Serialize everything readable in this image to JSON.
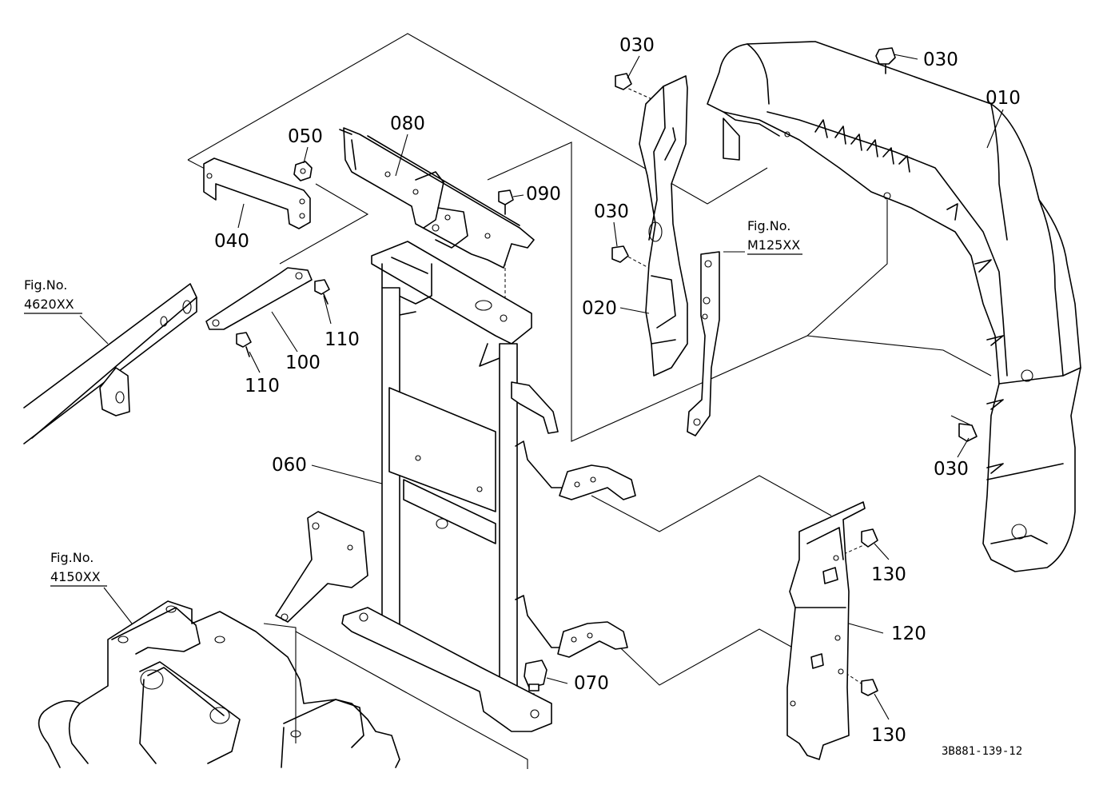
{
  "diagram": {
    "drawing_code": "3B881-139-12",
    "part_labels": {
      "p010": "010",
      "p020": "020",
      "p030a": "030",
      "p030b": "030",
      "p030c": "030",
      "p030d": "030",
      "p040": "040",
      "p050": "050",
      "p060": "060",
      "p070": "070",
      "p080": "080",
      "p090": "090",
      "p100": "100",
      "p110a": "110",
      "p110b": "110",
      "p120": "120",
      "p130a": "130",
      "p130b": "130"
    },
    "figure_refs": {
      "fig_caption": "Fig.No.",
      "ref_4620": "4620XX",
      "ref_4150": "4150XX",
      "ref_m125": "M125XX"
    }
  }
}
